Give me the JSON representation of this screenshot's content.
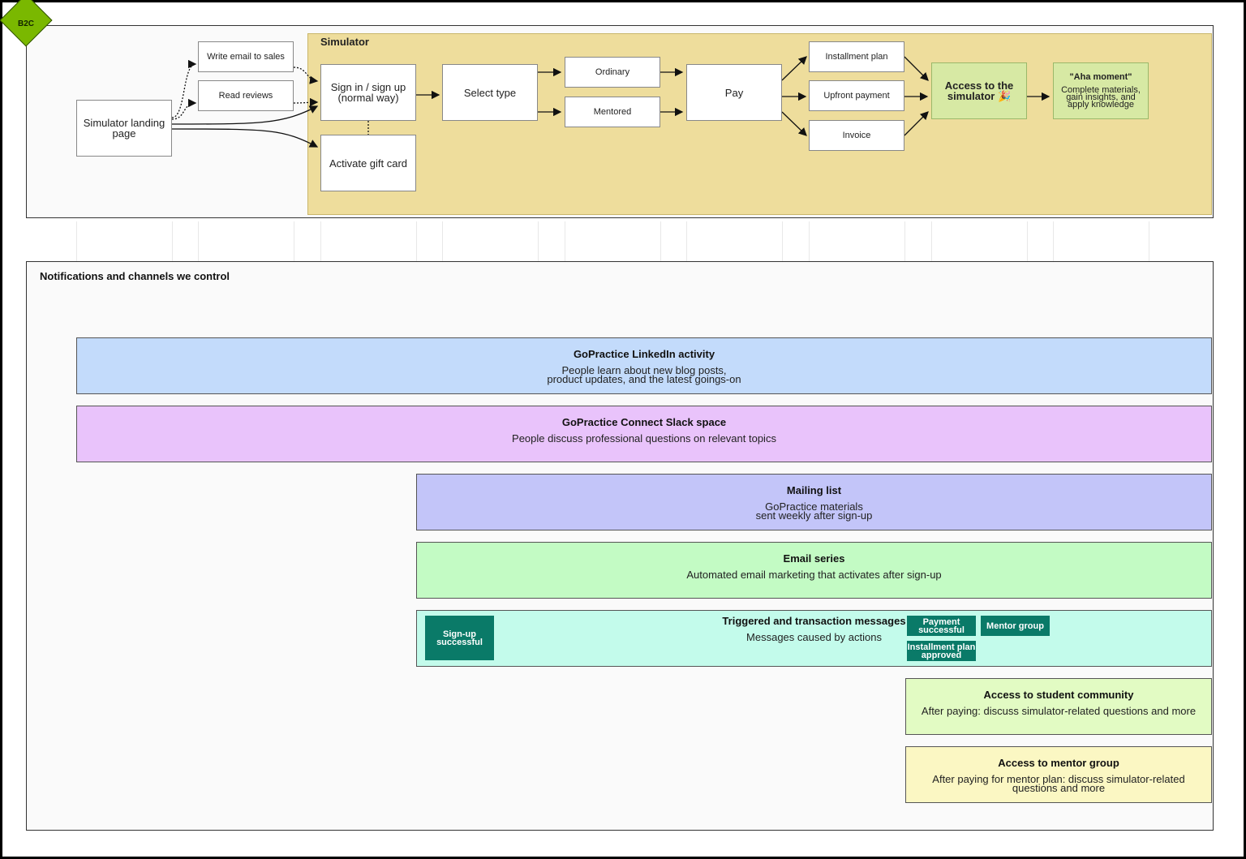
{
  "badge": "B2C",
  "flow": {
    "simulator_title": "Simulator",
    "landing": "Simulator landing page",
    "write_email": "Write email to sales",
    "read_reviews": "Read reviews",
    "sign_in": "Sign in / sign up (normal way)",
    "gift_card": "Activate gift card",
    "select_type": "Select type",
    "ordinary": "Ordinary",
    "mentored": "Mentored",
    "pay": "Pay",
    "installment": "Installment plan",
    "upfront": "Upfront payment",
    "invoice": "Invoice",
    "access": "Access to the simulator 🎉",
    "aha_title": "\"Aha moment\"",
    "aha_desc": "Complete materials, gain insights, and apply knowledge"
  },
  "notifications": {
    "title": "Notifications and channels we control",
    "lanes": [
      {
        "title": "GoPractice LinkedIn activity",
        "desc": "People learn about new blog posts,\nproduct updates, and the latest goings-on",
        "color": "#c3dbfb"
      },
      {
        "title": "GoPractice Connect Slack space",
        "desc": "People discuss professional questions on relevant topics",
        "color": "#e9c3fb"
      },
      {
        "title": "Mailing list",
        "desc": "GoPractice materials\nsent weekly after sign-up",
        "color": "#c3c5f9"
      },
      {
        "title": "Email series",
        "desc": "Automated email marketing that activates after sign-up",
        "color": "#c3fbc4"
      },
      {
        "title": "Triggered and transaction messages",
        "desc": "Messages caused by actions",
        "color": "#c3fbeb"
      },
      {
        "title": "Access to student community",
        "desc": "After paying: discuss simulator-related questions and more",
        "color": "#e2fbc3"
      },
      {
        "title": "Access to mentor group",
        "desc": "After paying for mentor plan: discuss simulator-related questions and more",
        "color": "#fbf7c3"
      }
    ],
    "tags": {
      "signup": "Sign-up successful",
      "payment": "Payment successful",
      "mentor_group": "Mentor group",
      "installment_approved": "Installment plan approved"
    }
  },
  "colors": {
    "badge": "#7ab800",
    "simulator_bg": "#eedd9c",
    "access_bg": "#d7e9a4",
    "tag_bg": "#0a7a68"
  }
}
